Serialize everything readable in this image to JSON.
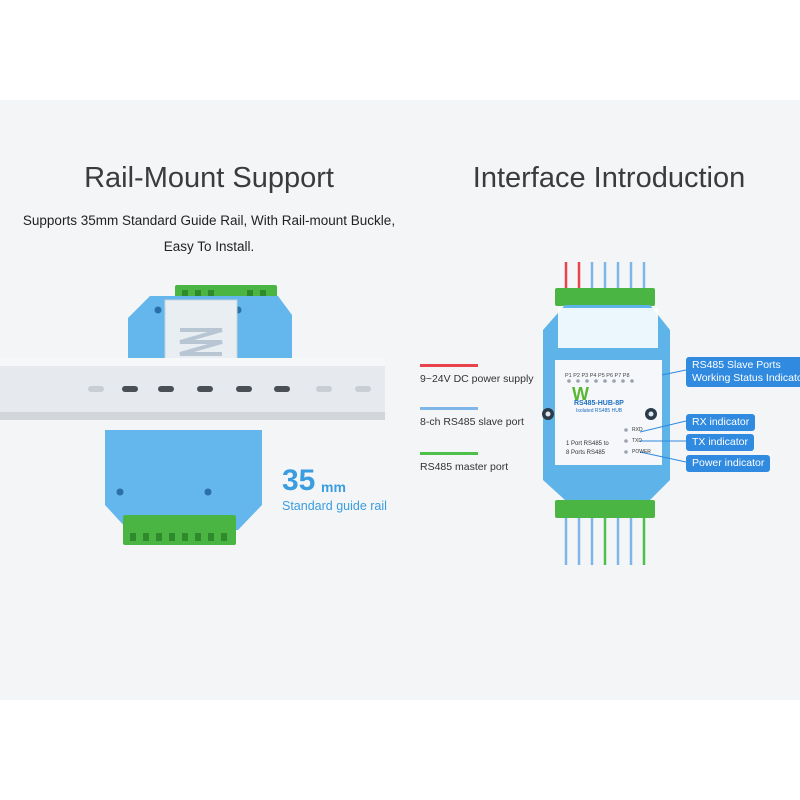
{
  "left_section": {
    "title": "Rail-Mount Support",
    "description_lines": [
      "Supports 35mm Standard Guide Rail, With Rail-mount Buckle,",
      "Easy To Install."
    ],
    "rail_size": "35",
    "rail_unit": "mm",
    "rail_caption": "Standard guide rail"
  },
  "right_section": {
    "title": "Interface Introduction",
    "legend": [
      {
        "label": "9~24V DC power supply",
        "color": "#e8424a"
      },
      {
        "label": "8-ch RS485 slave port",
        "color": "#7fb6ea"
      },
      {
        "label": "RS485 master port",
        "color": "#4cc04a"
      }
    ],
    "callouts": {
      "slave_indicators": [
        "RS485 Slave Ports",
        "Working Status Indicators"
      ],
      "rx": "RX indicator",
      "tx": "TX indicator",
      "power": "Power indicator"
    },
    "device": {
      "model": "RS485-HUB-8P",
      "subtitle": "Isolated RS485 HUB",
      "desc_lines": [
        "1 Port RS485 to",
        "8 Ports RS485"
      ],
      "port_leds": "P1 P2 P3 P4 P5 P6 P7 P8",
      "led_labels": [
        "RXD",
        "TXD",
        "POWER"
      ],
      "brand_mark": "W"
    }
  },
  "colors": {
    "accent": "#3a9de0",
    "callout_bg": "#2f8ae0",
    "device_blue": "#5eb3e8",
    "terminal_green": "#4bb543"
  }
}
